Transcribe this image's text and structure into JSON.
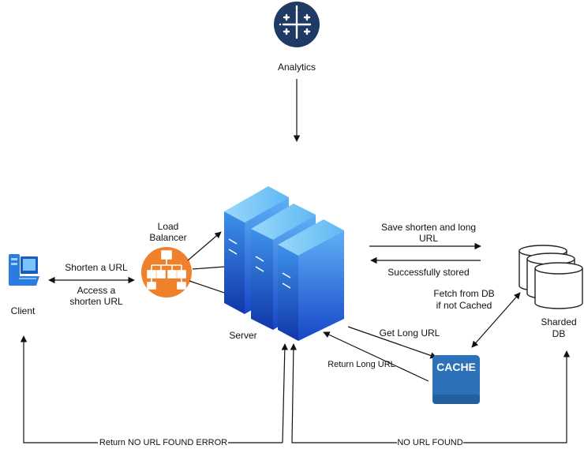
{
  "nodes": {
    "analytics": {
      "label": "Analytics"
    },
    "client": {
      "label": "Client"
    },
    "load_balancer": {
      "label_line1": "Load",
      "label_line2": "Balancer"
    },
    "server": {
      "label": "Server"
    },
    "cache": {
      "label": "CACHE"
    },
    "sharded_db": {
      "label_line1": "Sharded",
      "label_line2": "DB"
    }
  },
  "edges": {
    "shorten_url": "Shorten a URL",
    "access_line1": "Access a",
    "access_line2": "shorten URL",
    "save_line1": "Save shorten and long",
    "save_line2": "URL",
    "successfully_stored": "Successfully stored",
    "fetch_line1": "Fetch from DB",
    "fetch_line2": "if not Cached",
    "get_long_url": "Get Long URL",
    "return_long_url": "Return Long URL",
    "return_no_url": "Return NO URL FOUND ERROR",
    "no_url_found": "NO URL FOUND"
  },
  "colors": {
    "analytics_bg": "#1f3a64",
    "lb_orange": "#f0802c",
    "server_blue": "#1f6fe0",
    "server_light": "#6ec1f7",
    "cache_blue": "#2d71b8",
    "client_blue": "#2c7be0",
    "db_stroke": "#222222"
  }
}
